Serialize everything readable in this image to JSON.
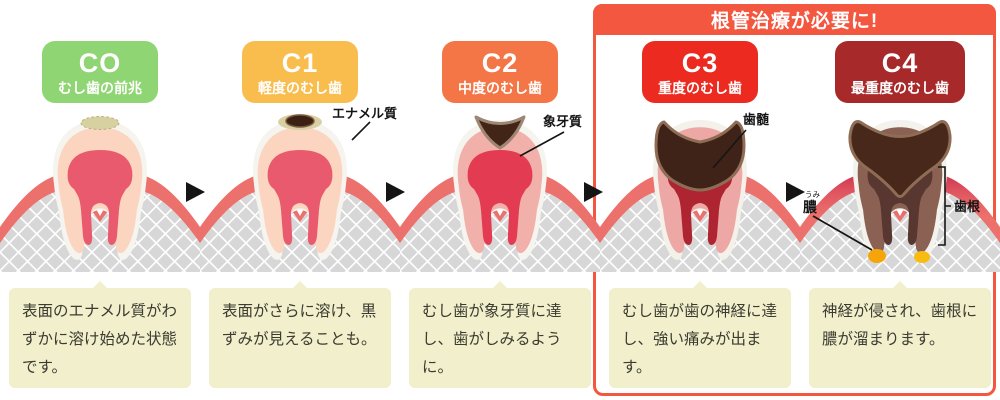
{
  "frame": {
    "title": "根管治療が必要に!",
    "border_color": "#f4573f"
  },
  "stages": [
    {
      "code": "CO",
      "name": "むし歯の前兆",
      "badge_color": "#90d573",
      "description": "表面のエナメル質がわずかに溶け始めた状態です。"
    },
    {
      "code": "C1",
      "name": "軽度のむし歯",
      "badge_color": "#f9bd4e",
      "description": "表面がさらに溶け、黒ずみが見えることも。",
      "anatomy_label": "エナメル質"
    },
    {
      "code": "C2",
      "name": "中度のむし歯",
      "badge_color": "#f47647",
      "description": "むし歯が象牙質に達し、歯がしみるように。",
      "anatomy_label": "象牙質"
    },
    {
      "code": "C3",
      "name": "重度のむし歯",
      "badge_color": "#ec2a1f",
      "description": "むし歯が歯の神経に達し、強い痛みが出ます。",
      "anatomy_label": "歯髄"
    },
    {
      "code": "C4",
      "name": "最重度のむし歯",
      "badge_color": "#a8292a",
      "description": "神経が侵され、歯根に膿が溜まります。",
      "anatomy_label_pus": "膿",
      "anatomy_label_pus_furigana": "うみ",
      "anatomy_label_root": "歯根"
    }
  ],
  "colors": {
    "gum": "#ec706b",
    "gum_inflamed_top": "#c01d43",
    "bone_hatch": "#d7d7d7",
    "enamel": "#f6f4ef",
    "dentin": "#fbd5c0",
    "pulp": "#ea5a6e",
    "decay": "#47281b",
    "pus": "#f5a50a",
    "description_bg": "#f1efcc"
  }
}
